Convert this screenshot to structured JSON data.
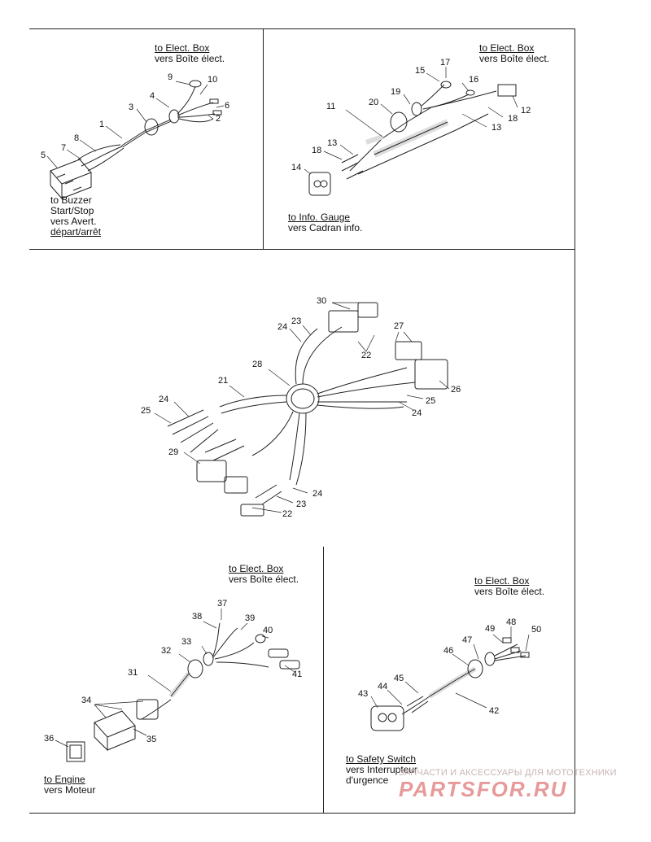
{
  "panel_tl": {
    "to": "to Elect. Box",
    "vers": "vers Boîte élect.",
    "dest_lines": [
      "to Buzzer",
      "Start/Stop",
      "vers Avert.",
      "départ/arrêt"
    ],
    "callouts": [
      "9",
      "10",
      "4",
      "3",
      "6",
      "1",
      "2",
      "8",
      "7",
      "5"
    ]
  },
  "panel_tr": {
    "to": "to Elect. Box",
    "vers": "vers Boîte élect.",
    "dest_to": "to Info. Gauge",
    "dest_vers": "vers Cadran info.",
    "callouts": [
      "17",
      "15",
      "16",
      "19",
      "20",
      "11",
      "12",
      "18",
      "13",
      "13",
      "18",
      "14"
    ]
  },
  "panel_mid": {
    "callouts": [
      "30",
      "23",
      "24",
      "27",
      "22",
      "28",
      "21",
      "26",
      "25",
      "24",
      "24",
      "25",
      "29",
      "24",
      "23",
      "22"
    ]
  },
  "panel_bl": {
    "to": "to Elect. Box",
    "vers": "vers Boîte élect.",
    "dest_to": "to Engine",
    "dest_vers": "vers Moteur",
    "callouts": [
      "37",
      "38",
      "39",
      "40",
      "33",
      "32",
      "41",
      "31",
      "34",
      "35",
      "36"
    ]
  },
  "panel_br": {
    "to": "to Elect. Box",
    "vers": "vers Boîte élect.",
    "dest_lines": [
      "to Safety Switch",
      "vers Interrupteur",
      "d'urgence"
    ],
    "callouts": [
      "49",
      "48",
      "50",
      "47",
      "46",
      "45",
      "44",
      "43",
      "42"
    ]
  },
  "watermark": {
    "line1": "ЗАПЧАСТИ И АКСЕССУАРЫ ДЛЯ МОТОТЕХНИКИ",
    "line2": "PARTSFOR.RU"
  }
}
